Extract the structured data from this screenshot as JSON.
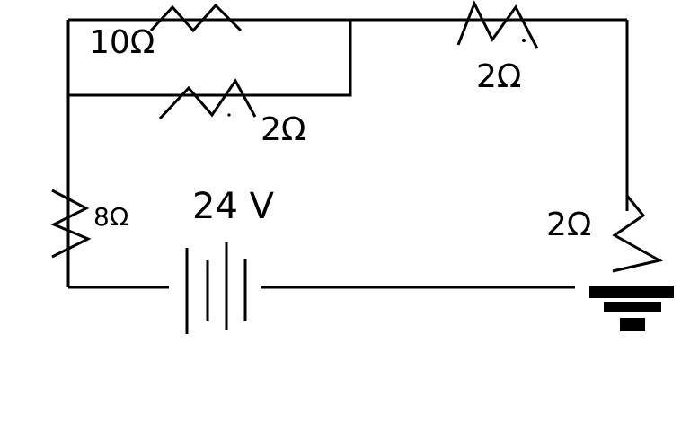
{
  "labels": {
    "top_left_resistor": "10Ω",
    "parallel_bottom_resistor": "2Ω",
    "top_right_resistor": "2Ω",
    "left_resistor": "8Ω",
    "battery_voltage": "24 V",
    "right_resistor": "2Ω"
  },
  "colors": {
    "stroke": "#000000",
    "background": "#ffffff"
  }
}
